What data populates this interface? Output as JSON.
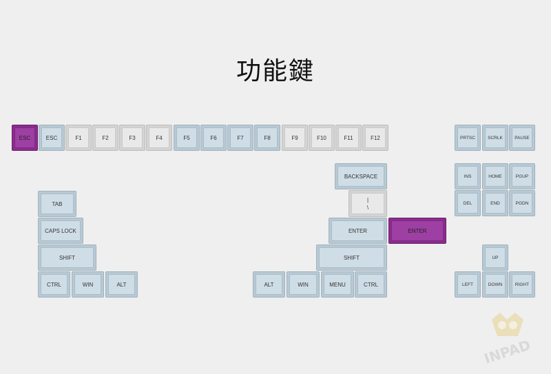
{
  "title": "功能鍵",
  "keys": [
    {
      "id": "esc-highlight",
      "label": "ESC",
      "style": "purple"
    },
    {
      "id": "esc",
      "label": "ESC",
      "style": "blue"
    },
    {
      "id": "f1",
      "label": "F1",
      "style": "gray"
    },
    {
      "id": "f2",
      "label": "F2",
      "style": "gray"
    },
    {
      "id": "f3",
      "label": "F3",
      "style": "gray"
    },
    {
      "id": "f4",
      "label": "F4",
      "style": "gray"
    },
    {
      "id": "f5",
      "label": "F5",
      "style": "blue"
    },
    {
      "id": "f6",
      "label": "F6",
      "style": "blue"
    },
    {
      "id": "f7",
      "label": "F7",
      "style": "blue"
    },
    {
      "id": "f8",
      "label": "F8",
      "style": "blue"
    },
    {
      "id": "f9",
      "label": "F9",
      "style": "gray"
    },
    {
      "id": "f10",
      "label": "F10",
      "style": "gray"
    },
    {
      "id": "f11",
      "label": "F11",
      "style": "gray"
    },
    {
      "id": "f12",
      "label": "F12",
      "style": "gray"
    },
    {
      "id": "prtsc",
      "label": "PRTSC",
      "style": "blue"
    },
    {
      "id": "scrlk",
      "label": "SCRLK",
      "style": "blue"
    },
    {
      "id": "pause",
      "label": "PAUSE",
      "style": "blue"
    },
    {
      "id": "backspace",
      "label": "BACKSPACE",
      "style": "blue"
    },
    {
      "id": "backslash",
      "label": "|\n\\",
      "style": "gray"
    },
    {
      "id": "ins",
      "label": "INS",
      "style": "blue"
    },
    {
      "id": "home",
      "label": "HOME",
      "style": "blue"
    },
    {
      "id": "pgup",
      "label": "PGUP",
      "style": "blue"
    },
    {
      "id": "del",
      "label": "DEL",
      "style": "blue"
    },
    {
      "id": "end",
      "label": "END",
      "style": "blue"
    },
    {
      "id": "pgdn",
      "label": "PGDN",
      "style": "blue"
    },
    {
      "id": "tab",
      "label": "TAB",
      "style": "blue"
    },
    {
      "id": "caps-lock",
      "label": "CAPS LOCK",
      "style": "blue"
    },
    {
      "id": "enter",
      "label": "ENTER",
      "style": "blue"
    },
    {
      "id": "enter-highlight",
      "label": "ENTER",
      "style": "purple"
    },
    {
      "id": "shift-left",
      "label": "SHIFT",
      "style": "blue"
    },
    {
      "id": "shift-right",
      "label": "SHIFT",
      "style": "blue"
    },
    {
      "id": "up",
      "label": "UP",
      "style": "blue"
    },
    {
      "id": "ctrl-left",
      "label": "CTRL",
      "style": "blue"
    },
    {
      "id": "win-left",
      "label": "WIN",
      "style": "blue"
    },
    {
      "id": "alt-left",
      "label": "ALT",
      "style": "blue"
    },
    {
      "id": "alt-right",
      "label": "ALT",
      "style": "blue"
    },
    {
      "id": "win-right",
      "label": "WIN",
      "style": "blue"
    },
    {
      "id": "menu",
      "label": "MENU",
      "style": "blue"
    },
    {
      "id": "ctrl-right",
      "label": "CTRL",
      "style": "blue"
    },
    {
      "id": "left",
      "label": "LEFT",
      "style": "blue"
    },
    {
      "id": "down",
      "label": "DOWN",
      "style": "blue"
    },
    {
      "id": "right",
      "label": "RIGHT",
      "style": "blue"
    }
  ],
  "logo": {
    "text": "INPAD",
    "name": "inpad-logo",
    "colors": {
      "mark": "#e9dcb0",
      "text": "#d9d9d9"
    }
  }
}
